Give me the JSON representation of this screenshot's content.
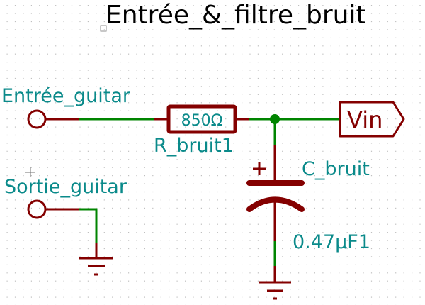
{
  "schematic": {
    "sheet_title": "Entrée_&_filtre_bruit",
    "colors": {
      "background": "#ffffff",
      "grid": "#bfbfbf",
      "wire": "#008400",
      "component": "#840000",
      "label": "#0a8a8a",
      "text": "#000000",
      "junction": "#008400"
    },
    "connectors": [
      {
        "name": "Entrée_guitar"
      },
      {
        "name": "Sortie_guitar"
      }
    ],
    "resistor": {
      "reference": "R_bruit1",
      "value": "850Ω"
    },
    "capacitor": {
      "reference": "C_bruit",
      "value": "0.47µF1",
      "polarity_mark": "+"
    },
    "global_label": {
      "text": "Vin"
    },
    "ground_symbols": 2,
    "junctions": 1
  }
}
